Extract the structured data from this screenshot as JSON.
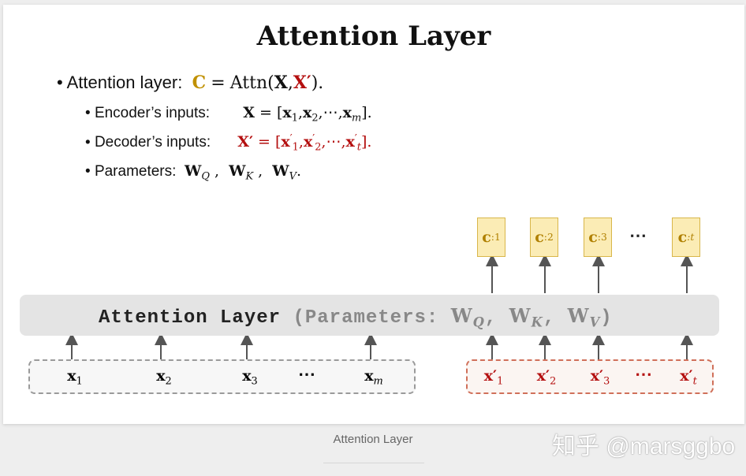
{
  "slide": {
    "title": "Attention Layer",
    "bullet_main": {
      "label": "Attention layer:",
      "output_symbol": "C",
      "equals": "=",
      "func": "Attn",
      "open": "(",
      "arg1": "X",
      "comma": ",",
      "arg2": "X′",
      "close": ").",
      "colors": {
        "output": "#c09000",
        "decoder": "#b40f0f"
      }
    },
    "encoder_inputs": {
      "label": "Encoder’s inputs:",
      "lhs": "X",
      "rhs_open": "= [",
      "items": [
        "x",
        "x",
        "x",
        "x"
      ],
      "subs": [
        "1",
        "2",
        "m"
      ],
      "sep": ",",
      "dots": "⋯",
      "rhs_close": "]."
    },
    "decoder_inputs": {
      "label": "Decoder’s inputs:",
      "lhs": "X′",
      "rhs_open": "= [",
      "subs": [
        "1",
        "2",
        "t"
      ],
      "dots": "⋯",
      "rhs_close": "]."
    },
    "parameters": {
      "label": "Parameters:",
      "w": "W",
      "subs": [
        "Q",
        "K",
        "V"
      ],
      "sep": ",",
      "end": "."
    }
  },
  "diagram": {
    "layer_name": "Attention Layer",
    "layer_params_prefix": "(Parameters:",
    "layer_params_sep": ",",
    "layer_params_close": ")",
    "outputs": [
      {
        "sym": "c",
        "sub": ":1"
      },
      {
        "sym": "c",
        "sub": ":2"
      },
      {
        "sym": "c",
        "sub": ":3"
      },
      {
        "sym": "c",
        "sub": ":t"
      }
    ],
    "output_dots": "⋯",
    "encoder_tokens": [
      {
        "sym": "x",
        "sub": "1"
      },
      {
        "sym": "x",
        "sub": "2"
      },
      {
        "sym": "x",
        "sub": "3"
      },
      {
        "sym": "x",
        "sub": "m"
      }
    ],
    "encoder_dots": "⋯",
    "decoder_tokens": [
      {
        "sym": "x′",
        "sub": "1"
      },
      {
        "sym": "x′",
        "sub": "2"
      },
      {
        "sym": "x′",
        "sub": "3"
      },
      {
        "sym": "x′",
        "sub": "t"
      }
    ],
    "decoder_dots": "⋯"
  },
  "caption": "Attention Layer",
  "watermark": "知乎 @marsggbo"
}
